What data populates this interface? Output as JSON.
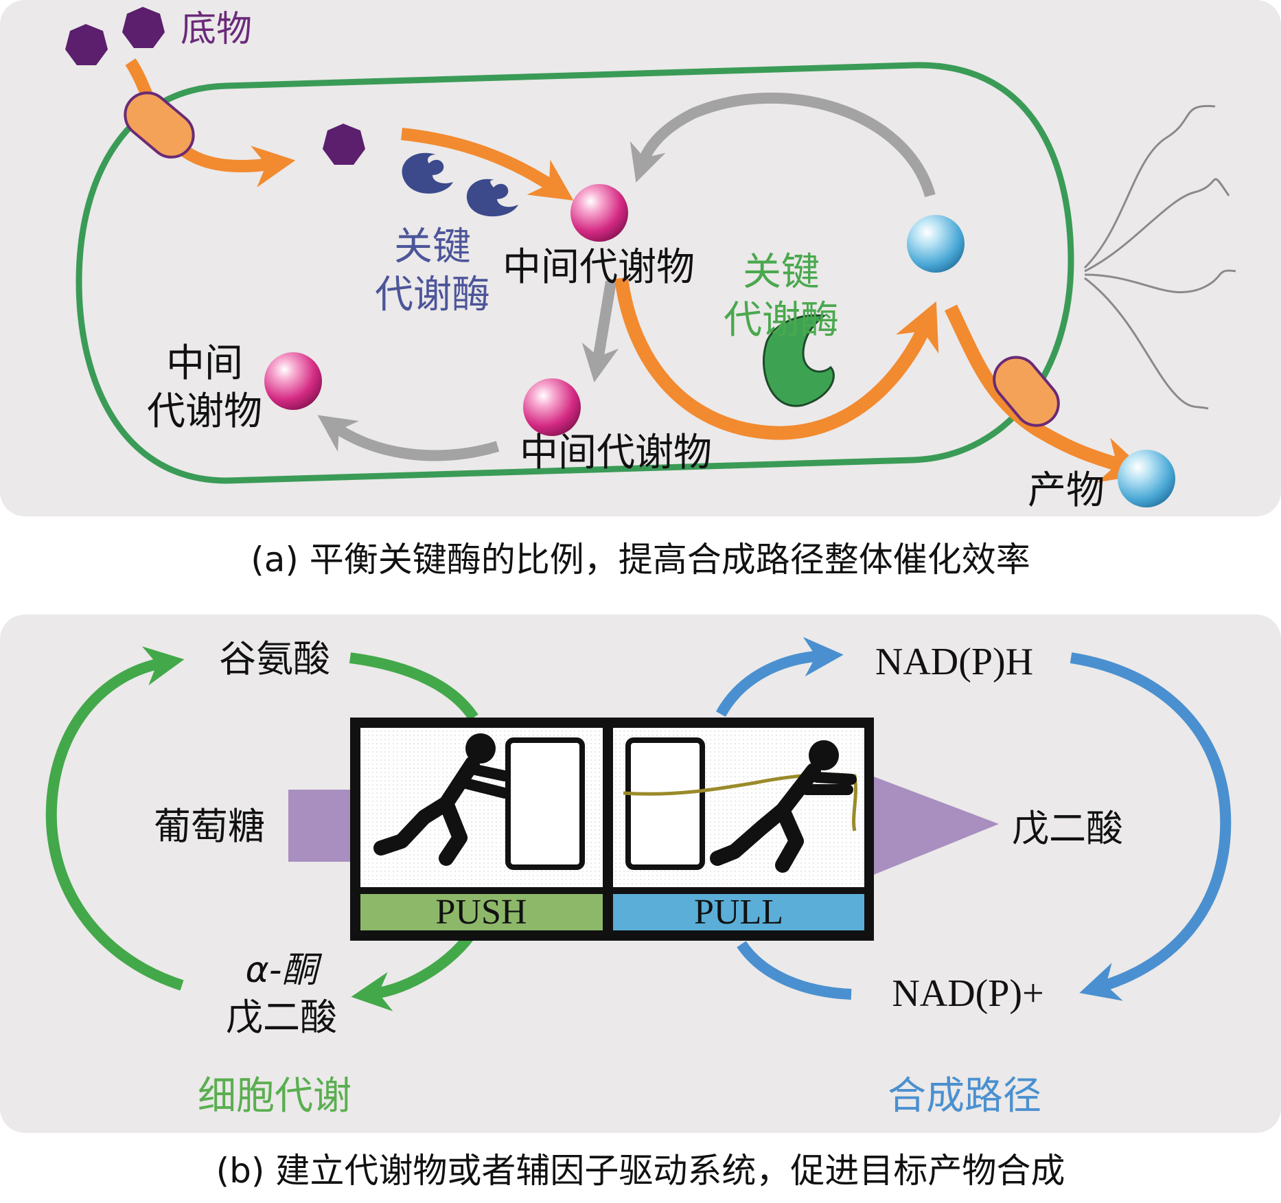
{
  "panel_a": {
    "substrate": "底物",
    "enzyme1_line1": "关键",
    "enzyme1_line2": "代谢酶",
    "intermediate_center": "中间代谢物",
    "enzyme2_line1": "关键",
    "enzyme2_line2": "代谢酶",
    "intermediate_left_line1": "中间",
    "intermediate_left_line2": "代谢物",
    "intermediate_bottom": "中间代谢物",
    "product": "产物",
    "caption": "(a) 平衡关键酶的比例，提高合成路径整体催化效率"
  },
  "panel_b": {
    "glutamate": "谷氨酸",
    "glucose": "葡萄糖",
    "akg_line1": "α-酮",
    "akg_line2": "戊二酸",
    "nadph": "NAD(P)H",
    "nadp": "NAD(P)+",
    "glutarate": "戊二酸",
    "push": "PUSH",
    "pull": "PULL",
    "cell_metabolism": "细胞代谢",
    "synthesis_pathway": "合成路径",
    "caption": "(b) 建立代谢物或者辅因子驱动系统，促进目标产物合成"
  },
  "colors": {
    "panel_bg": "#ebe9e9",
    "cell_wall": "#3a9b57",
    "orange_arrow": "#f28a30",
    "gray_arrow": "#a3a3a3",
    "substrate_purple": "#5b1f6e",
    "enzyme_blue": "#3c4a8c",
    "enzyme_green": "#3da352",
    "green_cycle": "#43a84a",
    "blue_cycle": "#4a90d0",
    "lavender": "#a88fc0",
    "push_green": "#8db86a",
    "pull_blue": "#5aaed8"
  }
}
